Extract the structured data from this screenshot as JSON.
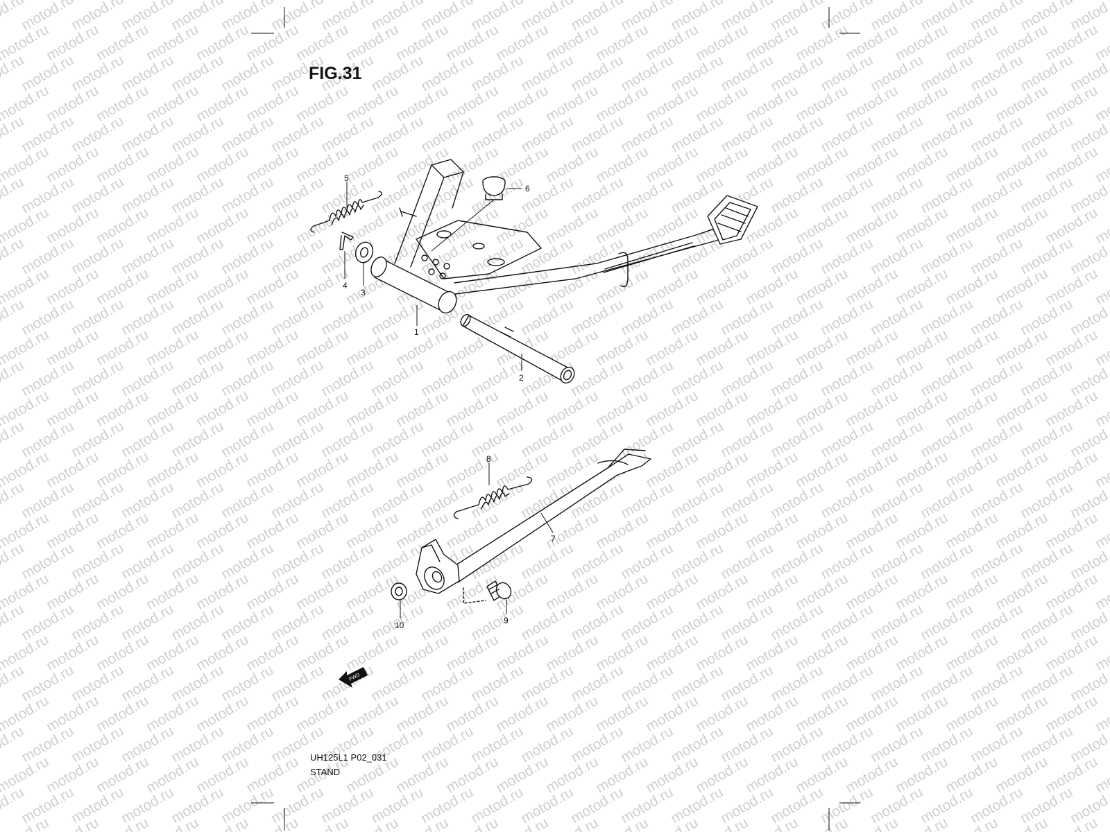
{
  "figure": {
    "title": "FIG.31",
    "code": "UH125L1 P02_031",
    "caption": "STAND",
    "watermark": "motod.ru",
    "fwd_label": "FWD"
  },
  "callouts": [
    "1",
    "2",
    "3",
    "4",
    "5",
    "6",
    "7",
    "8",
    "9",
    "10"
  ]
}
